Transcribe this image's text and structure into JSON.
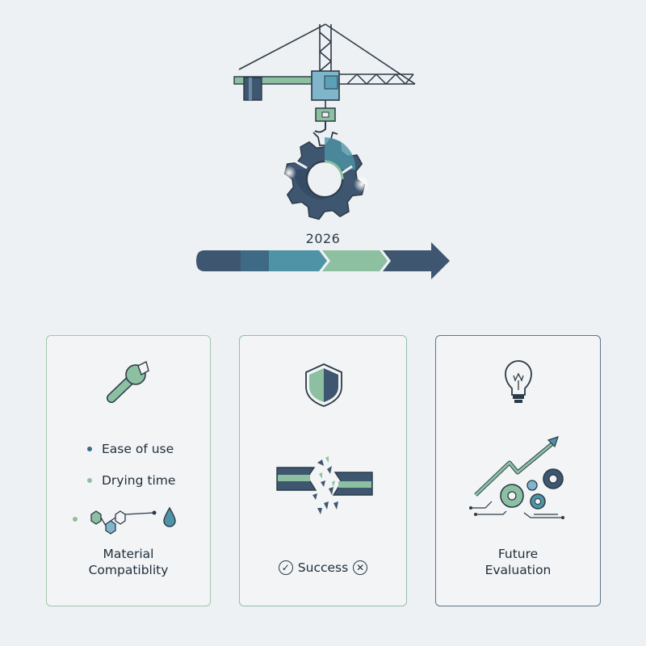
{
  "timeline": {
    "year": "2026"
  },
  "cards": [
    {
      "bullets": [
        {
          "label": "Ease of use",
          "color": "#3d6b86"
        },
        {
          "label": "Drying time",
          "color": "#8fbf9f"
        },
        {
          "label": "",
          "color": "#8fbf9f"
        }
      ],
      "caption_line1": "Material",
      "caption_line2": "Compatiblity",
      "icon": "wrench-icon"
    },
    {
      "caption": "Success",
      "icon": "shield-icon",
      "left_mark": "✓",
      "right_mark": "✕"
    },
    {
      "caption_line1": "Future",
      "caption_line2": "Evaluation",
      "icon": "lightbulb-icon"
    }
  ],
  "colors": {
    "navy": "#3f5670",
    "teal": "#4f93a6",
    "green": "#8cc0a0",
    "light_blue": "#7fb6cc",
    "ink": "#2b3a48"
  }
}
